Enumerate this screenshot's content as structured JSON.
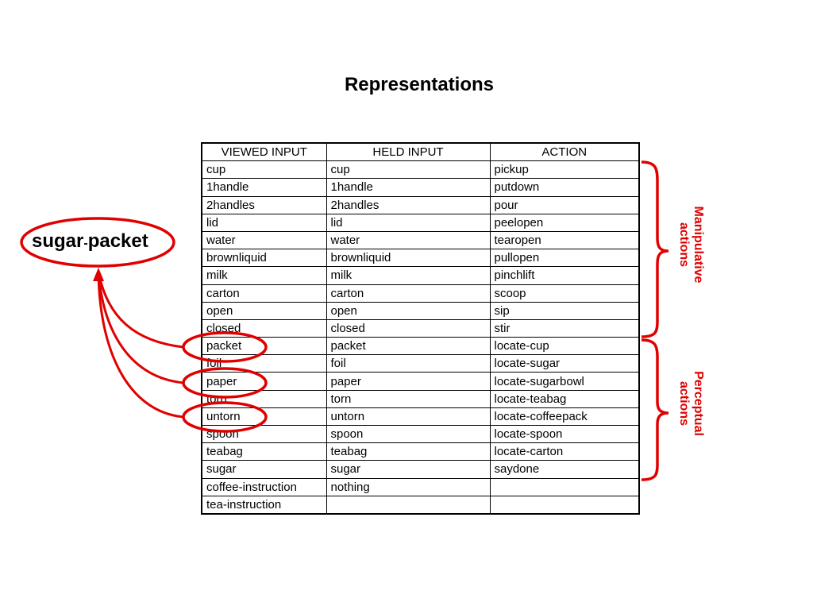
{
  "title": "Representations",
  "table": {
    "headers": [
      "VIEWED INPUT",
      "HELD INPUT",
      "ACTION"
    ],
    "rows": [
      [
        "cup",
        "cup",
        "pickup"
      ],
      [
        "1handle",
        "1handle",
        "putdown"
      ],
      [
        "2handles",
        "2handles",
        "pour"
      ],
      [
        "lid",
        "lid",
        "peelopen"
      ],
      [
        "water",
        "water",
        "tearopen"
      ],
      [
        "brownliquid",
        "brownliquid",
        "pullopen"
      ],
      [
        "milk",
        "milk",
        "pinchlift"
      ],
      [
        "carton",
        "carton",
        "scoop"
      ],
      [
        "open",
        "open",
        "sip"
      ],
      [
        "closed",
        "closed",
        "stir"
      ],
      [
        "packet",
        "packet",
        "locate-cup"
      ],
      [
        "foil",
        "foil",
        "locate-sugar"
      ],
      [
        "paper",
        "paper",
        "locate-sugarbowl"
      ],
      [
        "torn",
        "torn",
        "locate-teabag"
      ],
      [
        "untorn",
        "untorn",
        "locate-coffeepack"
      ],
      [
        "spoon",
        "spoon",
        "locate-spoon"
      ],
      [
        "teabag",
        "teabag",
        "locate-carton"
      ],
      [
        "sugar",
        "sugar",
        "saydone"
      ],
      [
        "coffee-instruction",
        "nothing",
        ""
      ],
      [
        "tea-instruction",
        "",
        ""
      ]
    ]
  },
  "concept": {
    "part1": "sugar",
    "separator": "-",
    "part2": "packet"
  },
  "brackets": {
    "manipulative": "Manipulative actions",
    "perceptual": "Perceptual actions"
  },
  "colors": {
    "annotation": "#e00000",
    "text": "#000000"
  }
}
